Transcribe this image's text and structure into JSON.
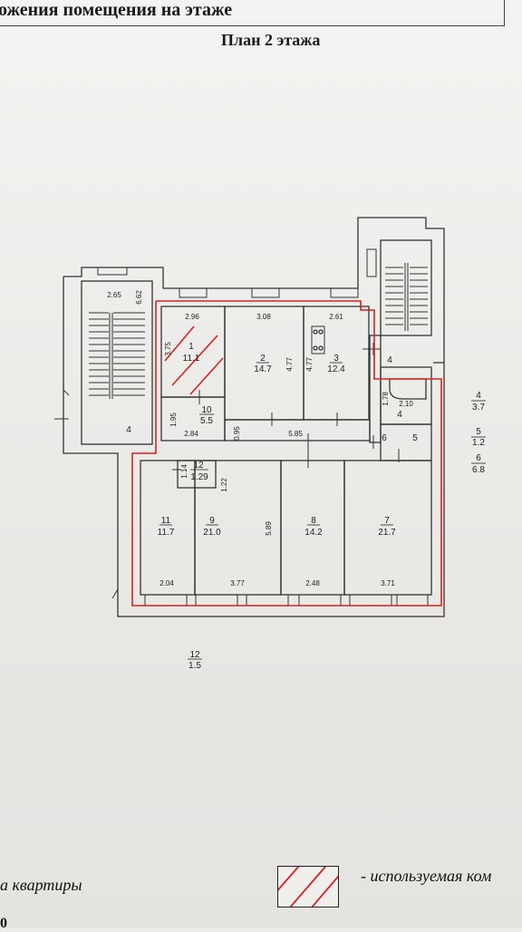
{
  "header": {
    "title": "ожения помещения на этаже",
    "plan_title": "План 2 этажа"
  },
  "rooms": [
    {
      "id": "r1",
      "num": "1",
      "area": "11.1"
    },
    {
      "id": "r2",
      "num": "2",
      "area": "14.7"
    },
    {
      "id": "r3",
      "num": "3",
      "area": "12.4"
    },
    {
      "id": "r4",
      "num": "4",
      "area": ""
    },
    {
      "id": "r5",
      "num": "5",
      "area": ""
    },
    {
      "id": "r6",
      "num": "6",
      "area": ""
    },
    {
      "id": "r7",
      "num": "7",
      "area": "21.7"
    },
    {
      "id": "r8",
      "num": "8",
      "area": "14.2"
    },
    {
      "id": "r9",
      "num": "9",
      "area": "21.0"
    },
    {
      "id": "r10",
      "num": "10",
      "area": "5.5"
    },
    {
      "id": "r11",
      "num": "11",
      "area": "11.7"
    },
    {
      "id": "r12",
      "num": "12",
      "area": "1.29"
    }
  ],
  "stair_labels": [
    "4",
    "4"
  ],
  "dimensions": [
    "2.65",
    "6.62",
    "2.96",
    "3.75",
    "3.08",
    "4.77",
    "2.61",
    "4.77",
    "1.95",
    "2.84",
    "0.95",
    "5.85",
    "1.78",
    "2.10",
    "1.14",
    "1.22",
    "5.89",
    "2.04",
    "3.77",
    "2.48",
    "3.71"
  ],
  "side_list": [
    {
      "num": "4",
      "area": "3.7"
    },
    {
      "num": "5",
      "area": "1.2"
    },
    {
      "num": "6",
      "area": "6.8"
    }
  ],
  "extra_note": {
    "num": "12",
    "area": "1.5"
  },
  "legend": {
    "apartment_label": "а квартиры",
    "used_label": "- используемая ком"
  },
  "page_number": "0",
  "colors": {
    "boundary": "#d62020",
    "wall": "#333333",
    "paper": "#f1f0ed"
  }
}
